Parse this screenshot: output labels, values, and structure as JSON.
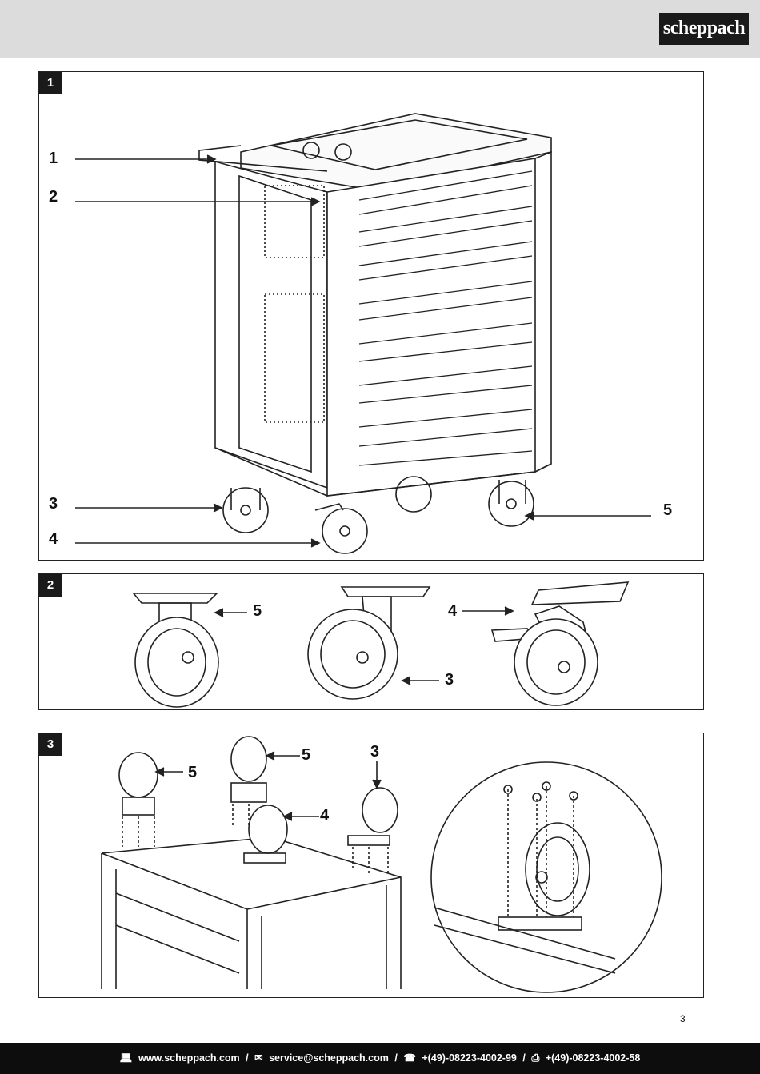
{
  "header": {
    "logo_text": "scheppach"
  },
  "figures": [
    {
      "number": "1",
      "callouts": [
        "1",
        "2",
        "3",
        "4",
        "5"
      ]
    },
    {
      "number": "2",
      "callouts": [
        "5",
        "3",
        "4"
      ]
    },
    {
      "number": "3",
      "callouts": [
        "5",
        "5",
        "3",
        "4"
      ]
    }
  ],
  "page_number": "3",
  "footer": {
    "website": "www.scheppach.com",
    "email": "service@scheppach.com",
    "phone": "+(49)-08223-4002-99",
    "fax": "+(49)-08223-4002-58",
    "separator": "/"
  },
  "icons": [
    "computer-icon",
    "email-icon",
    "phone-icon",
    "fax-icon"
  ]
}
